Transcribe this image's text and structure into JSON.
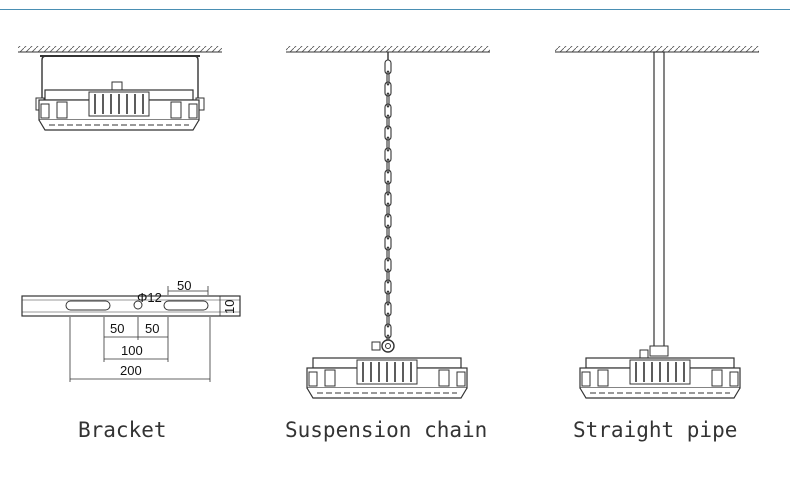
{
  "colors": {
    "accent_line": "#4a8fb3",
    "drawing": "#333333"
  },
  "captions": {
    "bracket": "Bracket",
    "chain": "Suspension chain",
    "pipe": "Straight pipe"
  },
  "bracket_dims": {
    "hole": "Φ12",
    "top_width": "50",
    "height": "10",
    "left_offset": "50",
    "right_offset": "50",
    "inner_span": "100",
    "total_length": "200"
  }
}
